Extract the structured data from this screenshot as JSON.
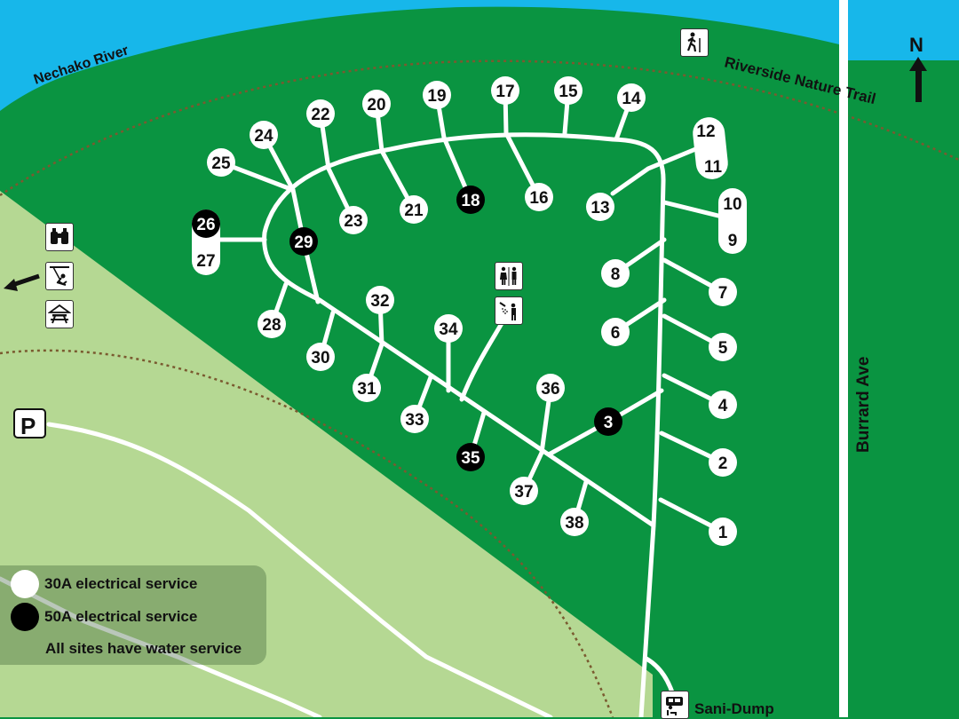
{
  "map": {
    "river_name": "Nechako River",
    "trail_name": "Riverside Nature Trail",
    "avenue_name": "Burrard Ave",
    "north_label": "N",
    "parking_label": "P",
    "sani_dump_label": "Sani-Dump",
    "colors": {
      "water": "#17b7ea",
      "forest": "#0a9441",
      "open_field": "#b5d893",
      "trail": "#7a5a30",
      "road": "#ffffff",
      "site_30a": "#ffffff",
      "site_50a": "#000000"
    },
    "icons": [
      "hiker-icon",
      "binoculars-icon",
      "swing-icon",
      "picnic-table-icon",
      "restroom-icon",
      "shower-icon",
      "sani-dump-icon",
      "north-arrow-icon",
      "parking-icon"
    ]
  },
  "sites": [
    {
      "number": "1",
      "service": "30A"
    },
    {
      "number": "2",
      "service": "30A"
    },
    {
      "number": "3",
      "service": "50A"
    },
    {
      "number": "4",
      "service": "30A"
    },
    {
      "number": "5",
      "service": "30A"
    },
    {
      "number": "6",
      "service": "30A"
    },
    {
      "number": "7",
      "service": "30A"
    },
    {
      "number": "8",
      "service": "30A"
    },
    {
      "number": "9",
      "service": "30A"
    },
    {
      "number": "10",
      "service": "30A"
    },
    {
      "number": "11",
      "service": "30A"
    },
    {
      "number": "12",
      "service": "30A"
    },
    {
      "number": "13",
      "service": "30A"
    },
    {
      "number": "14",
      "service": "30A"
    },
    {
      "number": "15",
      "service": "30A"
    },
    {
      "number": "16",
      "service": "30A"
    },
    {
      "number": "17",
      "service": "30A"
    },
    {
      "number": "18",
      "service": "50A"
    },
    {
      "number": "19",
      "service": "30A"
    },
    {
      "number": "20",
      "service": "30A"
    },
    {
      "number": "21",
      "service": "30A"
    },
    {
      "number": "22",
      "service": "30A"
    },
    {
      "number": "23",
      "service": "30A"
    },
    {
      "number": "24",
      "service": "30A"
    },
    {
      "number": "25",
      "service": "30A"
    },
    {
      "number": "26",
      "service": "50A"
    },
    {
      "number": "27",
      "service": "30A"
    },
    {
      "number": "28",
      "service": "30A"
    },
    {
      "number": "29",
      "service": "50A"
    },
    {
      "number": "30",
      "service": "30A"
    },
    {
      "number": "31",
      "service": "30A"
    },
    {
      "number": "32",
      "service": "30A"
    },
    {
      "number": "33",
      "service": "30A"
    },
    {
      "number": "34",
      "service": "30A"
    },
    {
      "number": "35",
      "service": "50A"
    },
    {
      "number": "36",
      "service": "30A"
    },
    {
      "number": "37",
      "service": "30A"
    },
    {
      "number": "38",
      "service": "30A"
    }
  ],
  "legend": {
    "items": [
      {
        "label": "30A electrical service"
      },
      {
        "label": "50A electrical service"
      }
    ],
    "note": "All sites have water service"
  }
}
